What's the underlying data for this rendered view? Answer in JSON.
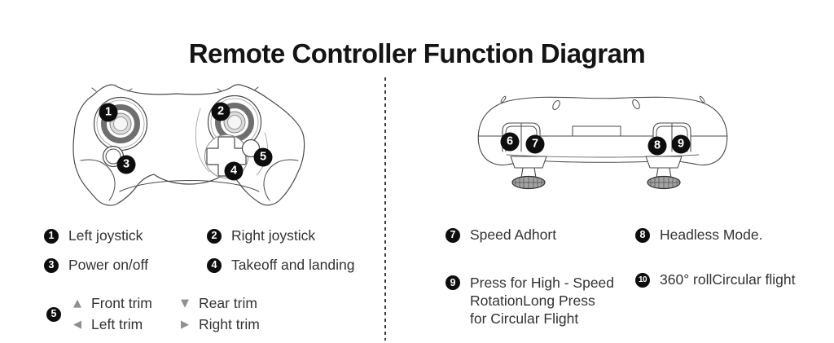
{
  "title": "Remote Controller Function Diagram",
  "front_view": {
    "callouts": [
      "1",
      "2",
      "3",
      "4",
      "5"
    ]
  },
  "top_view": {
    "callouts": [
      "6",
      "7",
      "8",
      "9"
    ]
  },
  "legend_left": [
    {
      "num": "1",
      "label": "Left joystick"
    },
    {
      "num": "2",
      "label": "Right joystick"
    },
    {
      "num": "3",
      "label": "Power on/off"
    },
    {
      "num": "4",
      "label": "Takeoff and landing"
    },
    {
      "num": "5",
      "trims": [
        {
          "glyph": "▲",
          "label": "Front trim"
        },
        {
          "glyph": "▼",
          "label": "Rear trim"
        },
        {
          "glyph": "◀",
          "label": "Left trim"
        },
        {
          "glyph": "▶",
          "label": "Right trim"
        }
      ]
    }
  ],
  "legend_right": [
    {
      "num": "7",
      "label": "Speed Adhort"
    },
    {
      "num": "8",
      "label": "Headless Mode."
    },
    {
      "num": "9",
      "lines": [
        "Press for High - Speed",
        "RotationLong Press",
        "for Circular Flight"
      ]
    },
    {
      "num": "10",
      "label": "360° rollCircular flight"
    }
  ],
  "colors": {
    "background": "#ffffff",
    "text": "#333333",
    "title_text": "#141414",
    "badge_fill": "#0d0d0d",
    "badge_text": "#ffffff",
    "line_art": "#4a4a4a",
    "trim_triangle": "#8f8f8f"
  }
}
